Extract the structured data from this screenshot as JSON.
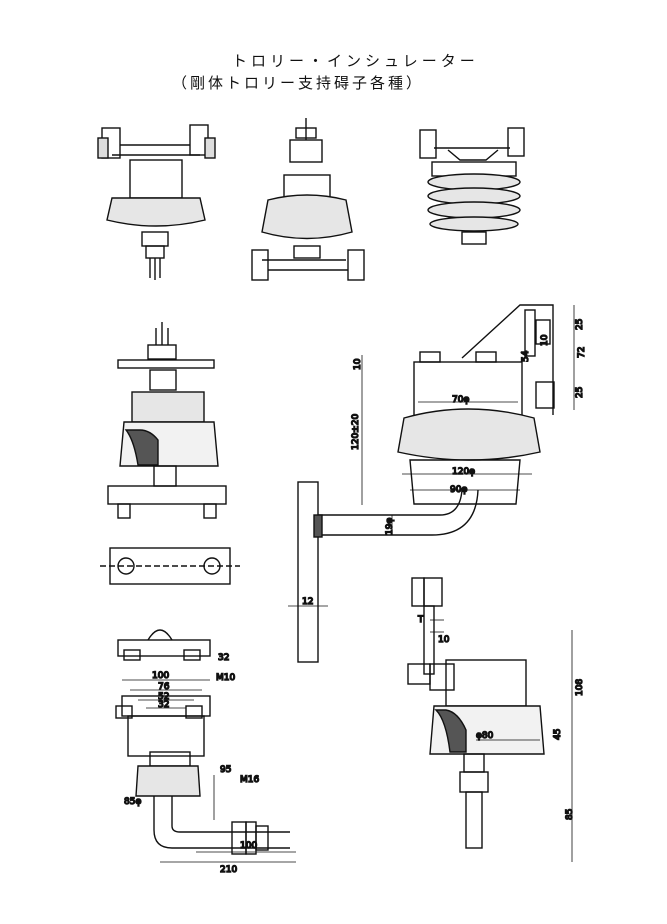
{
  "title": {
    "main": "トロリー・インシュレーター",
    "sub": "（剛体トロリー支持碍子各種）"
  },
  "dimensions": {
    "top_right": {
      "d25a": "25",
      "d10": "10",
      "d54": "54",
      "d72": "72",
      "d25b": "25",
      "d10b": "10",
      "d120_20": "120±20",
      "d70": "70φ",
      "d120": "120φ",
      "d90": "90φ",
      "d19": "19φ",
      "d12": "12"
    },
    "bottom_left": {
      "d32a": "32",
      "d100": "100",
      "d76": "76",
      "d52": "52",
      "d32b": "32",
      "m10": "M10",
      "d95": "95",
      "m16": "M16",
      "d85": "85φ",
      "d100b": "100",
      "d210": "210"
    },
    "bottom_right": {
      "dT": "T",
      "d10": "10",
      "d108": "108",
      "d45": "45",
      "d80": "φ80",
      "d85": "85"
    }
  }
}
